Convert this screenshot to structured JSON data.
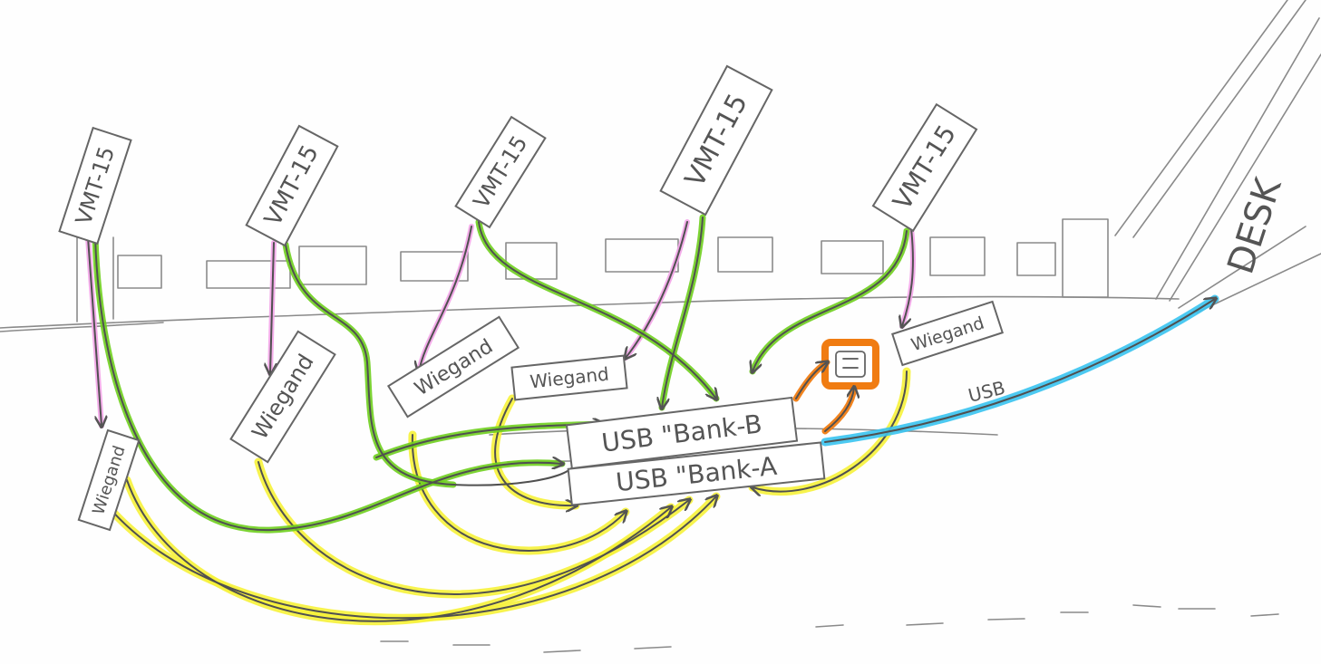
{
  "readers": [
    {
      "label": "VMT-15"
    },
    {
      "label": "VMT-15"
    },
    {
      "label": "VMT-15"
    },
    {
      "label": "VMT-15"
    },
    {
      "label": "VMT-15"
    }
  ],
  "wiegand": [
    {
      "label": "Wiegand"
    },
    {
      "label": "Wiegand"
    },
    {
      "label": "Wiegand"
    },
    {
      "label": "Wiegand"
    },
    {
      "label": "Wiegand"
    }
  ],
  "banks": {
    "bank_b": "USB \"Bank-B",
    "bank_a": "USB \"Bank-A",
    "bank_lower": "USB \"Bank-A"
  },
  "desk": {
    "label": "DESK"
  },
  "usb_link": {
    "label": "USB"
  },
  "colors": {
    "green": "#6fcf1e",
    "pink": "#f3a4e8",
    "yellow": "#f6f23a",
    "blue": "#39c3ef",
    "orange": "#f07c12"
  }
}
